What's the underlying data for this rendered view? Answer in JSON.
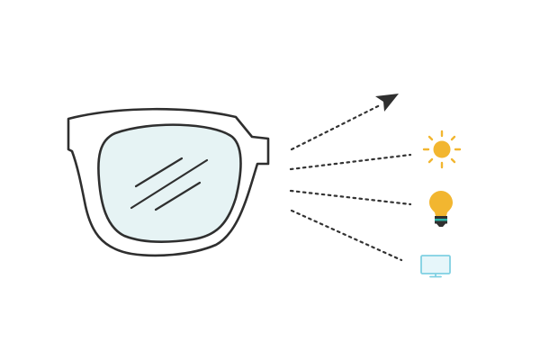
{
  "diagram": {
    "subject": "glasses-lens",
    "light_sources": [
      {
        "name": "pointer",
        "icon": "arrow-head-icon"
      },
      {
        "name": "sun",
        "icon": "sun-icon"
      },
      {
        "name": "light-bulb",
        "icon": "light-bulb-icon"
      },
      {
        "name": "screen",
        "icon": "monitor-icon"
      }
    ]
  },
  "colors": {
    "outline": "#2f2f2f",
    "lens_fill": "#e6f3f4",
    "frame_fill": "#ffffff",
    "sun": "#f2b630",
    "bulb": "#f2b630",
    "bulb_base": "#2f2f2f",
    "bulb_base_accent": "#2bb3a6",
    "monitor": "#7fd0e2",
    "monitor_fill": "#e6f6fa",
    "ray": "#333333"
  }
}
